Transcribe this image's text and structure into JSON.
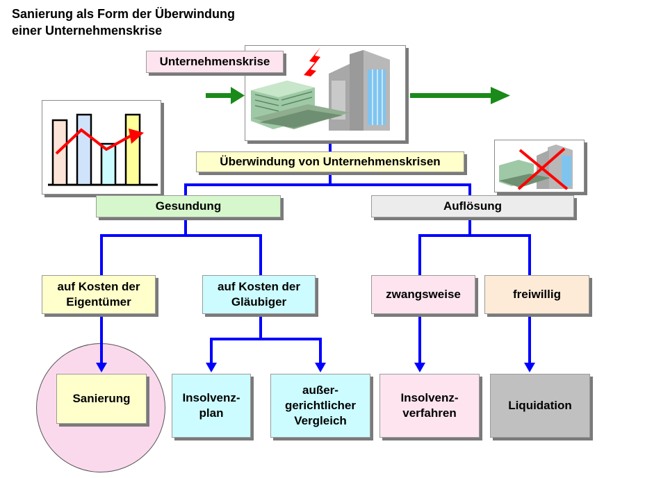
{
  "title": {
    "line1": "Sanierung als Form der Überwindung",
    "line2": "einer Unternehmenskrise"
  },
  "nodes": {
    "unternehmenskrise": "Unternehmenskrise",
    "ueberwindung": "Überwindung von Unternehmenskrisen",
    "gesundung": "Gesundung",
    "aufloesung": "Auflösung",
    "kosten_eigentuemer": "auf Kosten der\nEigentümer",
    "kosten_glaeubiger": "auf Kosten der\nGläubiger",
    "zwangsweise": "zwangsweise",
    "freiwillig": "freiwillig",
    "sanierung": "Sanierung",
    "insolvenzplan": "Insolvenz-\nplan",
    "vergleich": "außer-\ngerichtlicher\nVergleich",
    "insolvenzverfahren": "Insolvenz-\nverfahren",
    "liquidation": "Liquidation"
  },
  "colors": {
    "connector": "#0000ff",
    "flow_arrow": "#1a8a1a",
    "crisis_bolt": "#ff0000"
  },
  "icons": {
    "chart_picture": "bar-chart-with-trend-arrow",
    "crisis_picture": "factory-buildings-with-lightning",
    "dissolution_picture": "factory-buildings-crossed-out"
  }
}
